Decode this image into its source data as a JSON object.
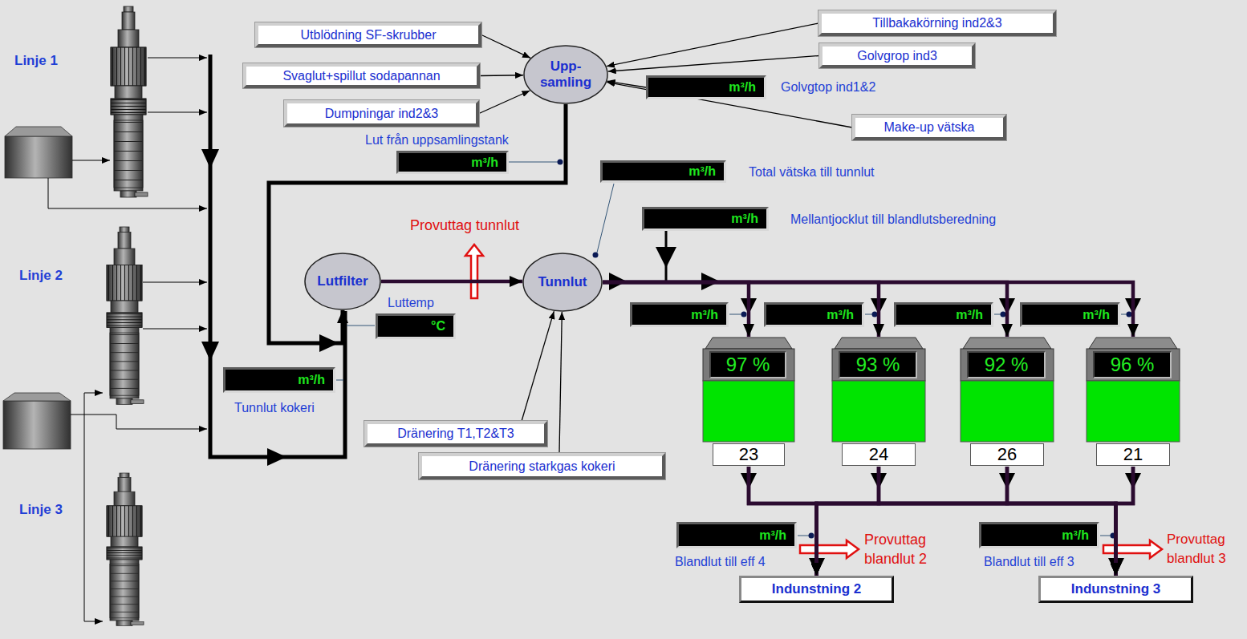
{
  "diagram": {
    "nodes": [
      {
        "text": [
          "Utblödning SF-skrubber"
        ]
      },
      {
        "text": [
          "Svaglut+spillut sodapannan"
        ]
      },
      {
        "text": [
          "Dumpningar ind2&3"
        ]
      },
      {
        "text": [
          "Tillbakakörning ind2&3"
        ]
      },
      {
        "text": [
          "Golvgrop ind3"
        ]
      },
      {
        "text": [
          "Upp- samling"
        ]
      },
      {
        "text": [
          "m³/h"
        ]
      },
      {
        "text": [
          "Make-up vätska"
        ]
      },
      {
        "text": [
          "m³/h"
        ]
      },
      {
        "text": [
          "m³/h"
        ]
      },
      {
        "text": [
          "m³/h"
        ]
      },
      {
        "text": [
          "Lutfilter"
        ]
      },
      {
        "text": [
          "Tunnlut"
        ]
      },
      {
        "text": [
          "°C"
        ]
      },
      {
        "text": [
          "m³/h"
        ]
      },
      {
        "text": [
          "m³/h"
        ]
      },
      {
        "text": [
          "m³/h"
        ]
      },
      {
        "text": [
          "m³/h"
        ]
      },
      {
        "text": [
          "m³/h"
        ]
      },
      {
        "text": [
          "97 %",
          "23"
        ]
      },
      {
        "text": [
          "93 %",
          "24"
        ]
      },
      {
        "text": [
          "92 %",
          "26"
        ]
      },
      {
        "text": [
          "96 %",
          "21"
        ]
      },
      {
        "text": [
          "Dränering T1,T2&T3"
        ]
      },
      {
        "text": [
          "Dränering starkgas kokeri"
        ]
      },
      {
        "text": [
          "m³/h"
        ]
      },
      {
        "text": [
          "Indunstning 2"
        ]
      },
      {
        "text": [
          "m³/h"
        ]
      },
      {
        "text": [
          "Indunstning 3"
        ]
      }
    ],
    "edges": [
      {
        "from": 0,
        "to": 5,
        "arrow": "to"
      },
      {
        "from": 1,
        "to": 5,
        "arrow": "to"
      },
      {
        "from": 2,
        "to": 5,
        "arrow": "to"
      },
      {
        "from": 3,
        "to": 5,
        "arrow": "to"
      },
      {
        "from": 4,
        "to": 5,
        "arrow": "to"
      },
      {
        "from": 6,
        "to": 5,
        "arrow": "to"
      },
      {
        "from": 7,
        "to": 5,
        "arrow": "to"
      },
      {
        "from": 5,
        "to": 11,
        "arrow": "to"
      },
      {
        "from": 11,
        "to": 12,
        "arrow": "to"
      },
      {
        "from": 23,
        "to": 12,
        "arrow": "to"
      },
      {
        "from": 24,
        "to": 12,
        "arrow": "to"
      },
      {
        "from": 12,
        "to": 19,
        "arrow": "to"
      },
      {
        "from": 12,
        "to": 20,
        "arrow": "to"
      },
      {
        "from": 12,
        "to": 21,
        "arrow": "to"
      },
      {
        "from": 12,
        "to": 22,
        "arrow": "to"
      },
      {
        "from": 19,
        "to": 26,
        "arrow": "to"
      },
      {
        "from": 19,
        "to": 28,
        "arrow": "to"
      },
      {
        "from": 20,
        "to": 26,
        "arrow": "to"
      },
      {
        "from": 20,
        "to": 28,
        "arrow": "to"
      },
      {
        "from": 21,
        "to": 26,
        "arrow": "to"
      },
      {
        "from": 21,
        "to": 28,
        "arrow": "to"
      },
      {
        "from": 22,
        "to": 26,
        "arrow": "to"
      },
      {
        "from": 22,
        "to": 28,
        "arrow": "to"
      }
    ],
    "labels": [
      "Linje 1",
      "Linje 2",
      "Linje 3",
      "Lut från uppsamlingstank",
      "Golvgtop ind1&2",
      "Total vätska till tunnlut",
      "Mellantjocklut till blandlutsberedning",
      "Provuttag tunnlut",
      "Luttemp",
      "Tunnlut kokeri",
      "Blandlut till eff 4",
      "Provuttag blandlut 2",
      "Blandlut till eff 3",
      "Provuttag blandlut 3"
    ]
  }
}
